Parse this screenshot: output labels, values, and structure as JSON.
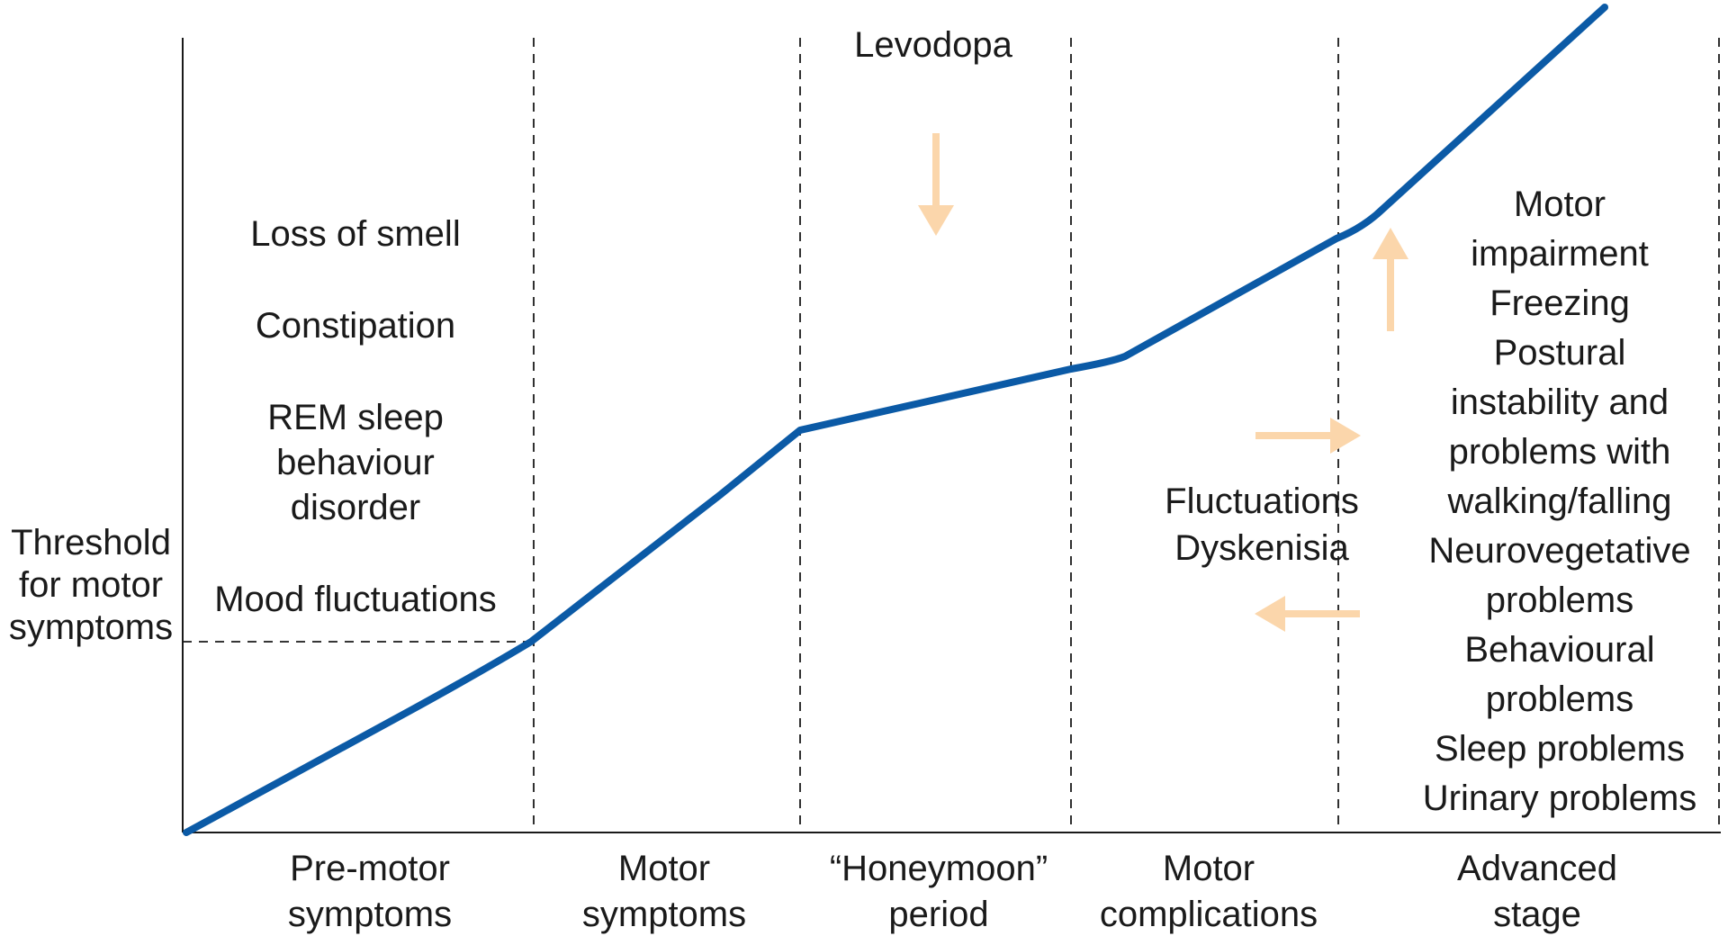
{
  "threshold": {
    "lines": [
      "Threshold",
      "for motor",
      "symptoms"
    ]
  },
  "stages": [
    {
      "lines": [
        "Pre-motor",
        "symptoms"
      ]
    },
    {
      "lines": [
        "Motor",
        "symptoms"
      ]
    },
    {
      "lines": [
        "“Honeymoon”",
        "period"
      ]
    },
    {
      "lines": [
        "Motor",
        "complications"
      ]
    },
    {
      "lines": [
        "Advanced",
        "stage"
      ]
    }
  ],
  "premotor_symptoms": {
    "loss_of_smell": "Loss of smell",
    "constipation": "Constipation",
    "rem_lines": [
      "REM sleep",
      "behaviour",
      "disorder"
    ],
    "mood": "Mood fluctuations"
  },
  "levodopa": "Levodopa",
  "complications": {
    "lines": [
      "Fluctuations",
      "Dyskenisia"
    ]
  },
  "advanced_symptoms": {
    "lines": [
      "Motor",
      "impairment",
      "Freezing",
      "Postural",
      "instability and",
      "problems with",
      "walking/falling",
      "Neurovegetative",
      "problems",
      "Behavioural",
      "problems",
      "Sleep problems",
      "Urinary problems"
    ]
  },
  "colors": {
    "curve": "#0b5aa6",
    "arrow": "#fbd6ab",
    "text": "#1a1a1a"
  },
  "icons": {
    "down_arrow": "arrow-down-icon",
    "up_arrow": "arrow-up-icon",
    "right_arrow": "arrow-right-icon",
    "left_arrow": "arrow-left-icon"
  }
}
